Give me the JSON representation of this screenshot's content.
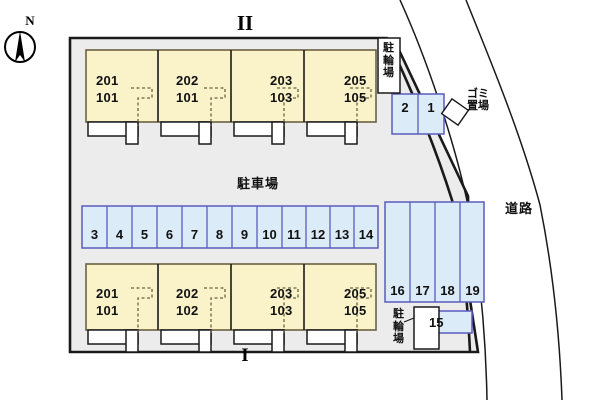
{
  "map": {
    "title_top": "II",
    "title_bottom": "I",
    "compass": {
      "letter": "N",
      "icon": "north-arrow-icon"
    },
    "colors": {
      "lot_fill": "#ececec",
      "lot_border": "#1a1a1a",
      "building_fill": "#faf2c8",
      "building_border": "#6b6142",
      "stall_fill": "#dcebf8",
      "stall_border": "#5b5bbe",
      "road_line": "#1a1a1a",
      "text": "#111111"
    },
    "labels": {
      "parking_lot": "駐車場",
      "road": "道路",
      "garbage": "ゴミ置場",
      "bicycle_parking": "駐輪場"
    },
    "buildings": [
      {
        "name": "building-ii",
        "marker": "II",
        "units": [
          {
            "upper": "201",
            "lower": "101"
          },
          {
            "upper": "202",
            "lower": "101"
          },
          {
            "upper": "203",
            "lower": "103"
          },
          {
            "upper": "205",
            "lower": "105"
          }
        ]
      },
      {
        "name": "building-i",
        "marker": "I",
        "units": [
          {
            "upper": "201",
            "lower": "101"
          },
          {
            "upper": "202",
            "lower": "102"
          },
          {
            "upper": "203",
            "lower": "103"
          },
          {
            "upper": "205",
            "lower": "105"
          }
        ]
      }
    ],
    "parking_stalls": {
      "top_right_pair": [
        "2",
        "1"
      ],
      "center_row": [
        "3",
        "4",
        "5",
        "6",
        "7",
        "8",
        "9",
        "10",
        "11",
        "12",
        "13",
        "14"
      ],
      "right_column": [
        "16",
        "17",
        "18",
        "19"
      ],
      "bottom_single": [
        "15"
      ]
    },
    "bicycle_areas": [
      {
        "name": "bicycle-parking-top",
        "label": "駐輪場"
      },
      {
        "name": "bicycle-parking-bottom",
        "label": "駐輪場"
      }
    ]
  }
}
